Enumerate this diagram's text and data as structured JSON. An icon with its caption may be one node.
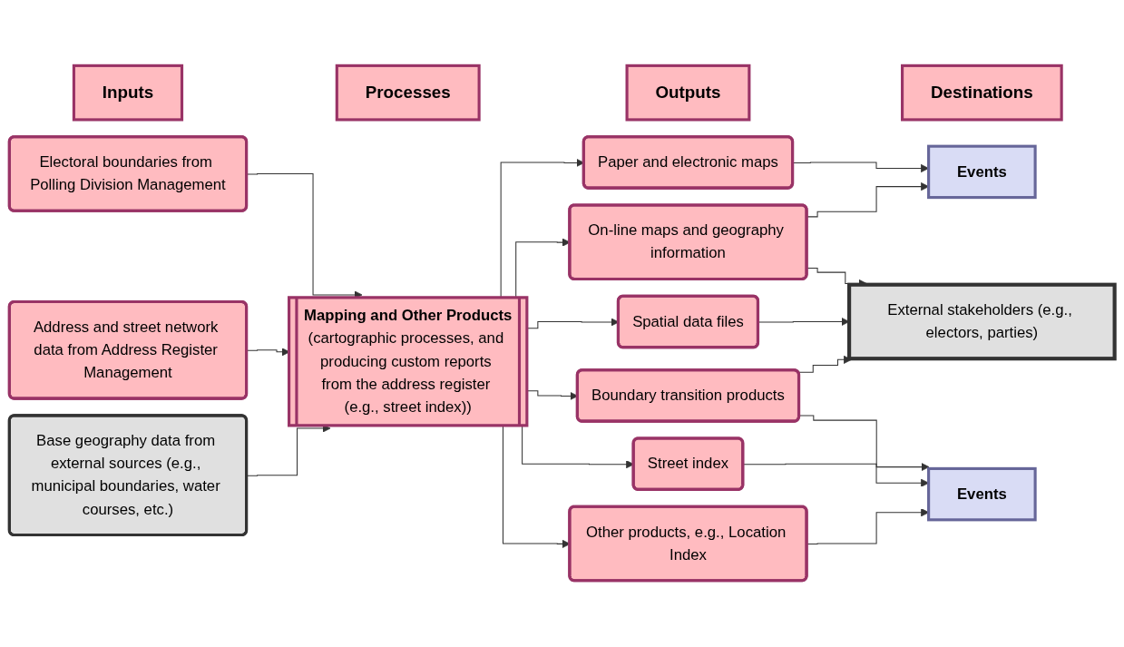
{
  "diagram": {
    "nodes": [
      {
        "text": [
          "Inputs"
        ]
      },
      {
        "text": [
          "Processes"
        ]
      },
      {
        "text": [
          "Outputs"
        ]
      },
      {
        "text": [
          "Destinations"
        ]
      },
      {
        "text": [
          "Electoral boundaries from Polling Division Management"
        ]
      },
      {
        "text": [
          "Address and street network data from Address Register Management"
        ]
      },
      {
        "text": [
          "Base geography data from external sources (e.g., municipal boundaries, water courses, etc.)"
        ]
      },
      {
        "text": [
          "Mapping and Other Products",
          "(cartographic processes, and producing custom reports from the address register (e.g., street index))"
        ]
      },
      {
        "text": [
          "Paper and electronic maps"
        ]
      },
      {
        "text": [
          "On-line maps and geography information"
        ]
      },
      {
        "text": [
          "Spatial data files"
        ]
      },
      {
        "text": [
          "Boundary transition products"
        ]
      },
      {
        "text": [
          "Street index"
        ]
      },
      {
        "text": [
          "Other products, e.g., Location Index"
        ]
      },
      {
        "text": [
          "Events"
        ]
      },
      {
        "text": [
          "External stakeholders (e.g., electors, parties)"
        ]
      },
      {
        "text": [
          "Events"
        ]
      }
    ],
    "edges": [
      {
        "from": 4,
        "to": 7,
        "arrow": "to"
      },
      {
        "from": 5,
        "to": 7,
        "arrow": "to"
      },
      {
        "from": 6,
        "to": 7,
        "arrow": "to"
      },
      {
        "from": 7,
        "to": 8,
        "arrow": "to"
      },
      {
        "from": 7,
        "to": 9,
        "arrow": "to"
      },
      {
        "from": 7,
        "to": 10,
        "arrow": "to"
      },
      {
        "from": 7,
        "to": 11,
        "arrow": "to"
      },
      {
        "from": 7,
        "to": 12,
        "arrow": "to"
      },
      {
        "from": 7,
        "to": 13,
        "arrow": "to"
      },
      {
        "from": 8,
        "to": 14,
        "arrow": "to"
      },
      {
        "from": 9,
        "to": 14,
        "arrow": "to"
      },
      {
        "from": 9,
        "to": 15,
        "arrow": "to"
      },
      {
        "from": 10,
        "to": 15,
        "arrow": "to"
      },
      {
        "from": 11,
        "to": 15,
        "arrow": "to"
      },
      {
        "from": 11,
        "to": 16,
        "arrow": "to"
      },
      {
        "from": 12,
        "to": 16,
        "arrow": "to"
      },
      {
        "from": 13,
        "to": 16,
        "arrow": "to"
      }
    ]
  }
}
